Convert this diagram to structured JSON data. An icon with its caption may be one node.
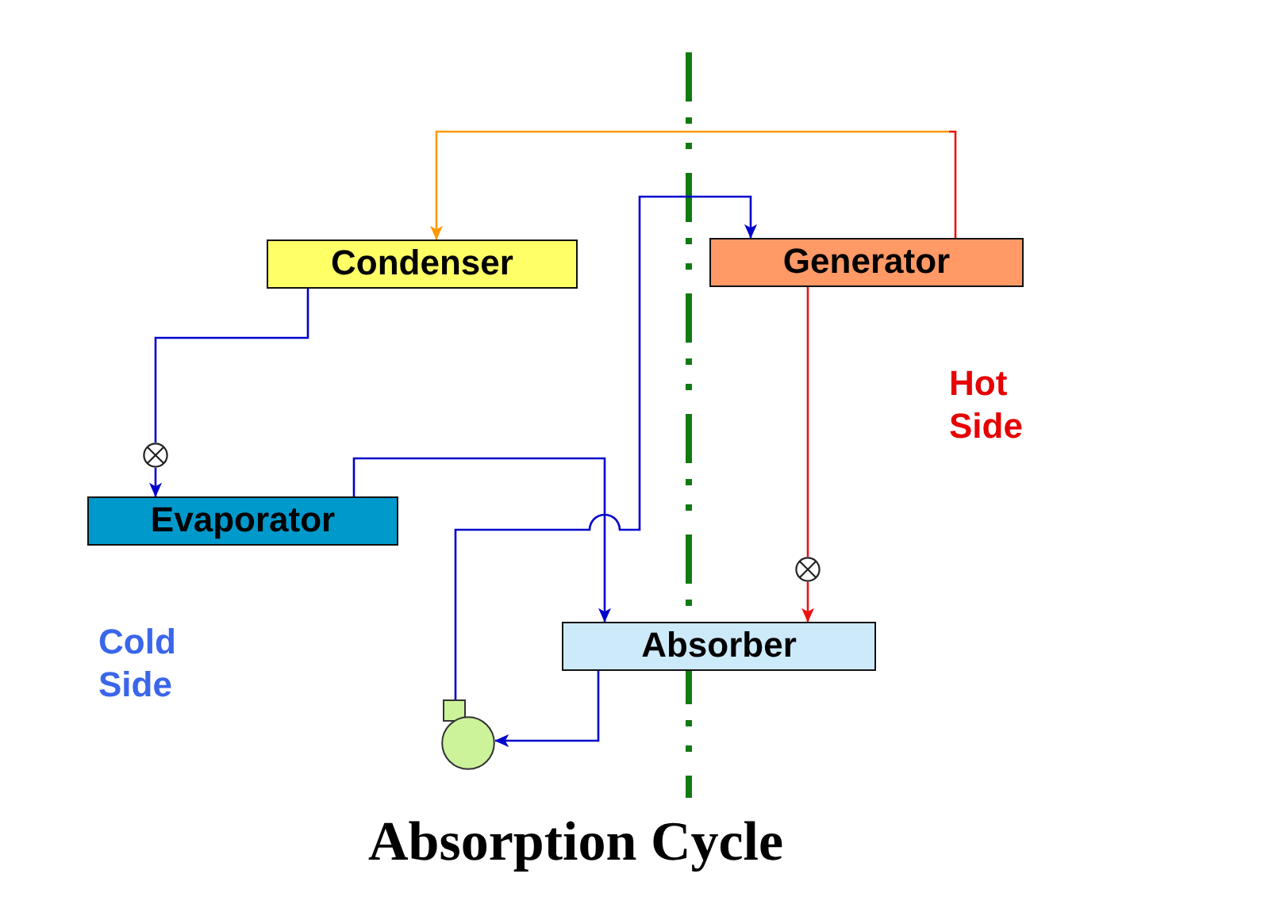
{
  "diagram": {
    "caption": "Absorption Cycle",
    "nodes": [
      {
        "text": [
          "Condenser"
        ]
      },
      {
        "text": [
          "Generator"
        ]
      },
      {
        "text": [],
        "shape": "valve"
      },
      {
        "text": [
          "Evaporator"
        ]
      },
      {
        "text": [],
        "shape": "valve"
      },
      {
        "text": [
          "Absorber"
        ]
      },
      {
        "text": [],
        "shape": "pump"
      }
    ],
    "edges": [
      {
        "from": 1,
        "to": 0,
        "arrow": "to",
        "color": "#ff9900"
      },
      {
        "from": 0,
        "to": 2,
        "arrow": "none"
      },
      {
        "from": 2,
        "to": 3,
        "arrow": "to"
      },
      {
        "from": 3,
        "to": 5,
        "arrow": "to"
      },
      {
        "from": 5,
        "to": 6,
        "arrow": "to"
      },
      {
        "from": 6,
        "to": 1,
        "arrow": "to"
      },
      {
        "from": 1,
        "to": 4,
        "arrow": "none",
        "color": "#ee1111"
      },
      {
        "from": 4,
        "to": 5,
        "arrow": "to",
        "color": "#ee1111"
      }
    ],
    "labels": [
      "Hot Side",
      "Cold Side"
    ]
  }
}
